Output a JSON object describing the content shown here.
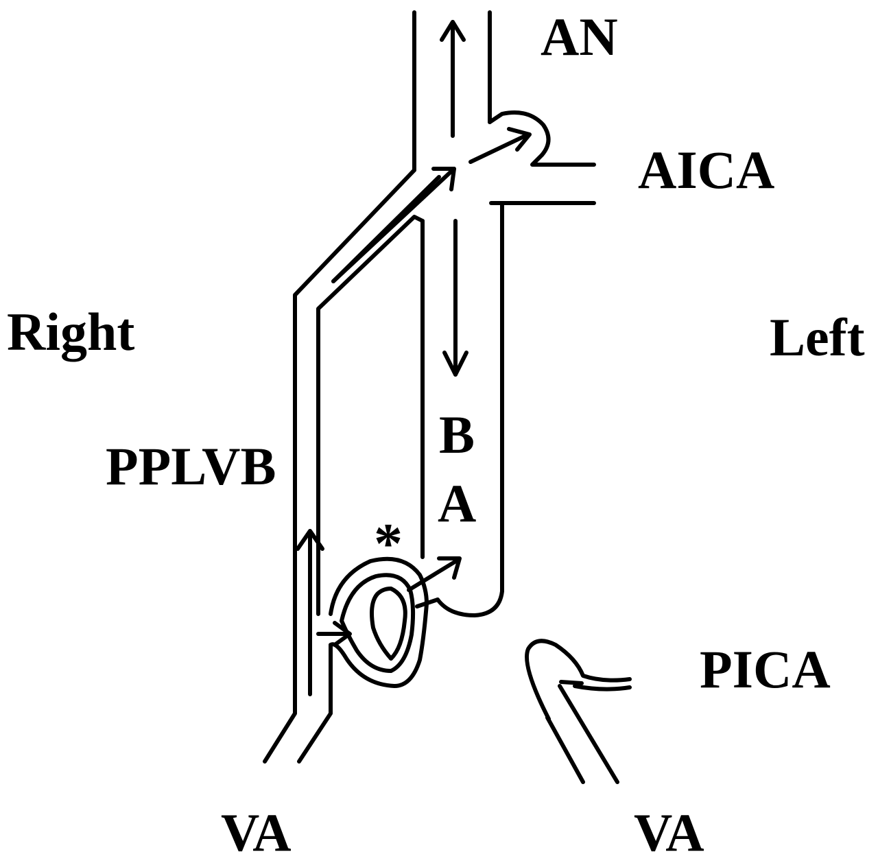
{
  "labels": {
    "an": "AN",
    "aica": "AICA",
    "right": "Right",
    "left": "Left",
    "ba_b": "B",
    "ba_a": "A",
    "pplvb": "PPLVB",
    "star": "*",
    "pica": "PICA",
    "va_right": "VA",
    "va_left": "VA"
  },
  "colors": {
    "stroke": "#000000",
    "background": "#ffffff"
  }
}
